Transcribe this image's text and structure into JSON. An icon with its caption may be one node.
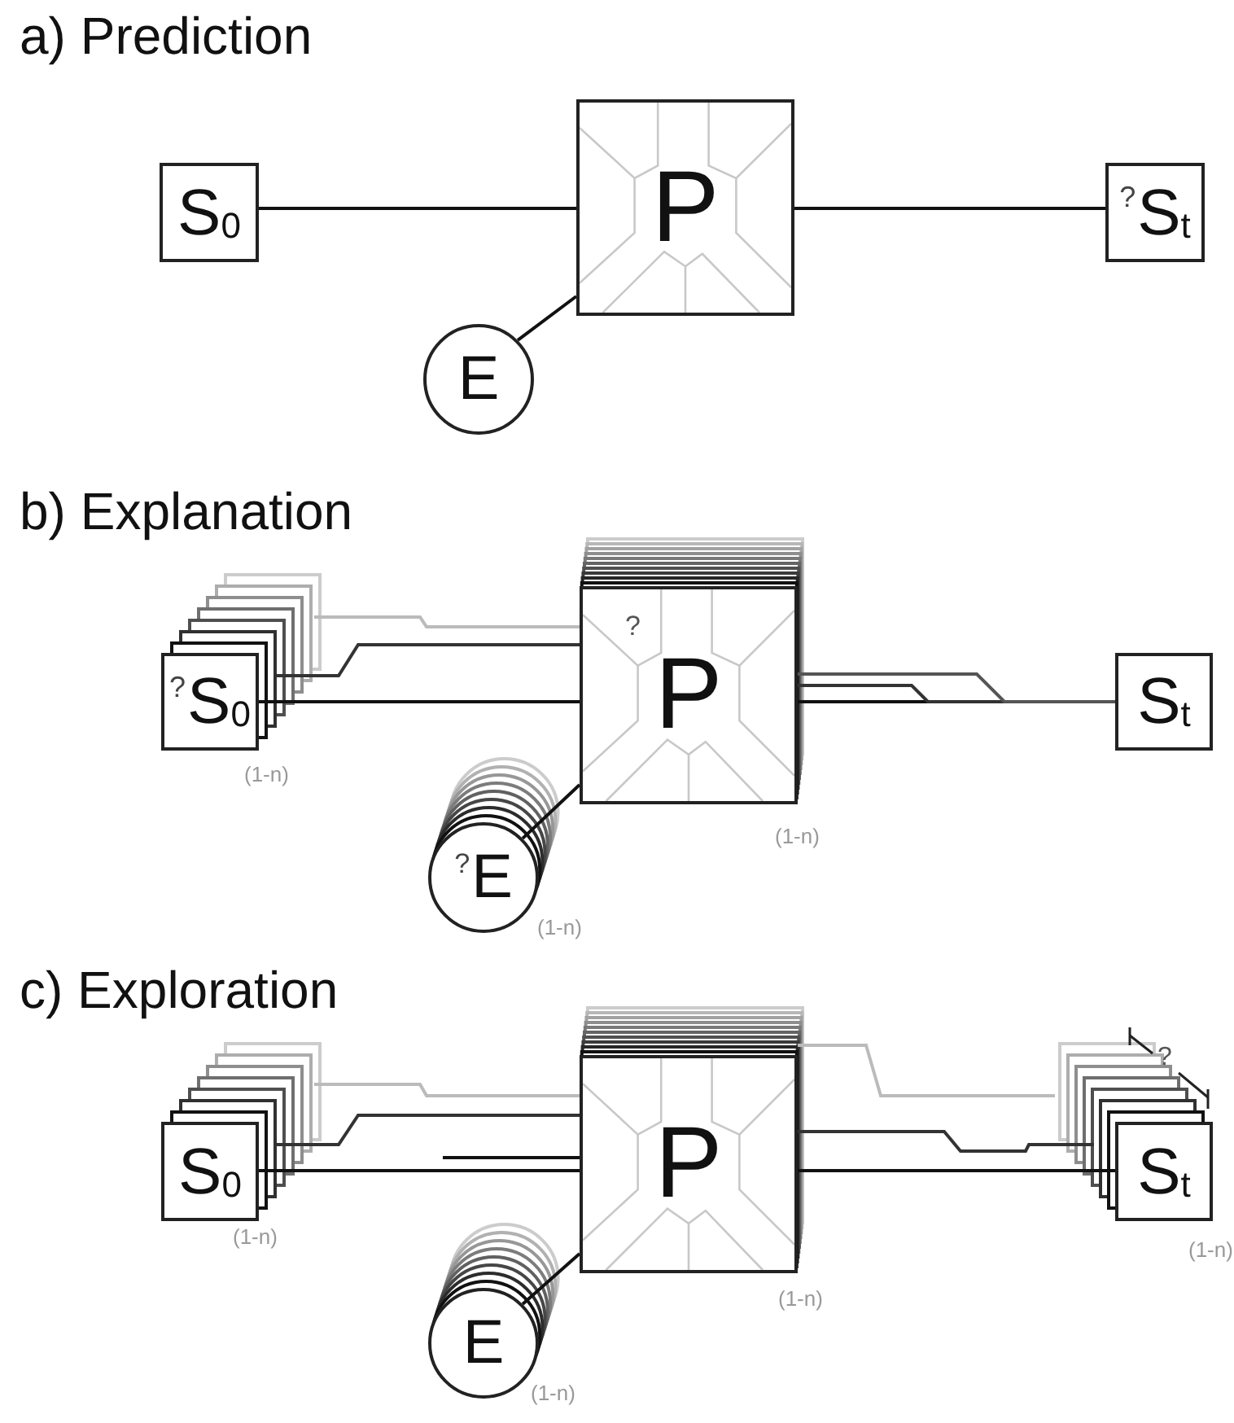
{
  "diagram": {
    "nodes": [
      {
        "text": [
          "S$_{0}$"
        ]
      },
      {
        "text": [
          "P"
        ]
      },
      {
        "text": [
          "$^{?}$S$_{t}$"
        ]
      },
      {
        "text": [
          "E"
        ]
      },
      {
        "text": [
          "$^{?}$S$_{0}$"
        ],
        "beside": [
          "(1-n)"
        ]
      },
      {
        "text": [
          "?",
          "P"
        ],
        "beside": [
          "(1-n)"
        ]
      },
      {
        "text": [
          "S$_{t}$"
        ]
      },
      {
        "text": [
          "$^{?}$E"
        ],
        "beside": [
          "(1-n)"
        ]
      },
      {
        "text": [
          "S$_{0}$"
        ],
        "beside": [
          "(1-n)"
        ]
      },
      {
        "text": [
          "P"
        ],
        "beside": [
          "(1-n)"
        ]
      },
      {
        "text": [
          "S$_{t}$"
        ],
        "beside": [
          "(1-n)"
        ]
      },
      {
        "text": [
          "E"
        ],
        "beside": [
          "(1-n)"
        ]
      }
    ],
    "edges": [
      {
        "from": 0,
        "to": 1,
        "arrow": "none"
      },
      {
        "from": 1,
        "to": 2,
        "arrow": "none"
      },
      {
        "from": 3,
        "to": 1,
        "arrow": "none"
      },
      {
        "from": 4,
        "to": 5,
        "arrow": "none"
      },
      {
        "from": 4,
        "to": 5,
        "arrow": "none",
        "color": "#333333"
      },
      {
        "from": 4,
        "to": 5,
        "arrow": "none",
        "color": "#bbbbbb"
      },
      {
        "from": 5,
        "to": 6,
        "arrow": "none"
      },
      {
        "from": 5,
        "to": 6,
        "arrow": "none",
        "color": "#333333"
      },
      {
        "from": 5,
        "to": 6,
        "arrow": "none",
        "color": "#555555"
      },
      {
        "from": 7,
        "to": 5,
        "arrow": "none"
      },
      {
        "from": 8,
        "to": 9,
        "arrow": "none"
      },
      {
        "from": 8,
        "to": 9,
        "arrow": "none",
        "color": "#333333"
      },
      {
        "from": 8,
        "to": 9,
        "arrow": "none",
        "color": "#bbbbbb"
      },
      {
        "from": null,
        "to": 9,
        "arrow": "none"
      },
      {
        "from": 9,
        "to": 10,
        "arrow": "none"
      },
      {
        "from": 9,
        "to": 10,
        "arrow": "none",
        "color": "#333333"
      },
      {
        "from": 9,
        "to": 10,
        "arrow": "none",
        "color": "#bbbbbb"
      },
      {
        "from": 11,
        "to": 9,
        "arrow": "none"
      }
    ],
    "labels": [
      "a) Prediction",
      "b) Explanation",
      "c) Exploration",
      "?"
    ]
  }
}
